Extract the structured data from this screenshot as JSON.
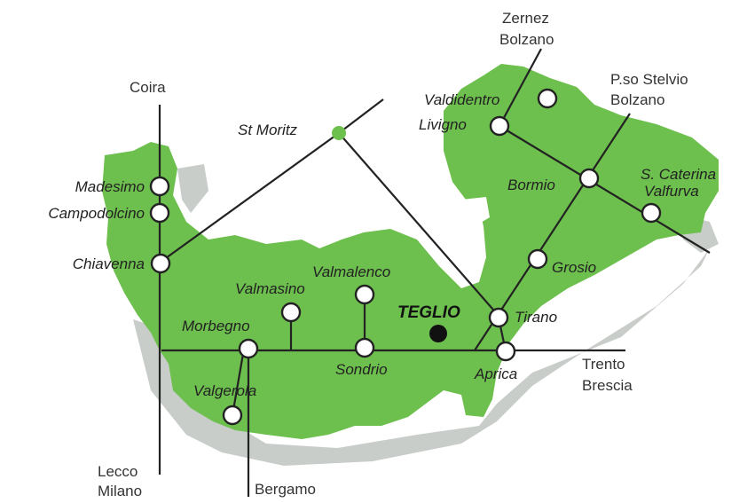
{
  "colors": {
    "land": "#6dbf4e",
    "relief": "#c9cdc9",
    "road": "#222222",
    "stop": "#ffffff"
  },
  "places": {
    "madesimo": "Madesimo",
    "campodolcino": "Campodolcino",
    "chiavenna": "Chiavenna",
    "valmasino": "Valmasino",
    "valmalenco": "Valmalenco",
    "morbegno": "Morbegno",
    "sondrio": "Sondrio",
    "teglio": "TEGLIO",
    "tirano": "Tirano",
    "aprica": "Aprica",
    "valgerola": "Valgerola",
    "grosio": "Grosio",
    "bormio": "Bormio",
    "s_caterina_1": "S. Caterina",
    "s_caterina_2": "Valfurva",
    "livigno": "Livigno",
    "valdidentro": "Valdidentro",
    "st_moritz": "St Moritz"
  },
  "destinations": {
    "coira": "Coira",
    "zernez": "Zernez",
    "bolzano_n": "Bolzano",
    "stelvio": "P.so Stelvio",
    "bolzano_e": "Bolzano",
    "trento": "Trento",
    "brescia": "Brescia",
    "lecco": "Lecco",
    "milano": "Milano",
    "bergamo": "Bergamo"
  }
}
